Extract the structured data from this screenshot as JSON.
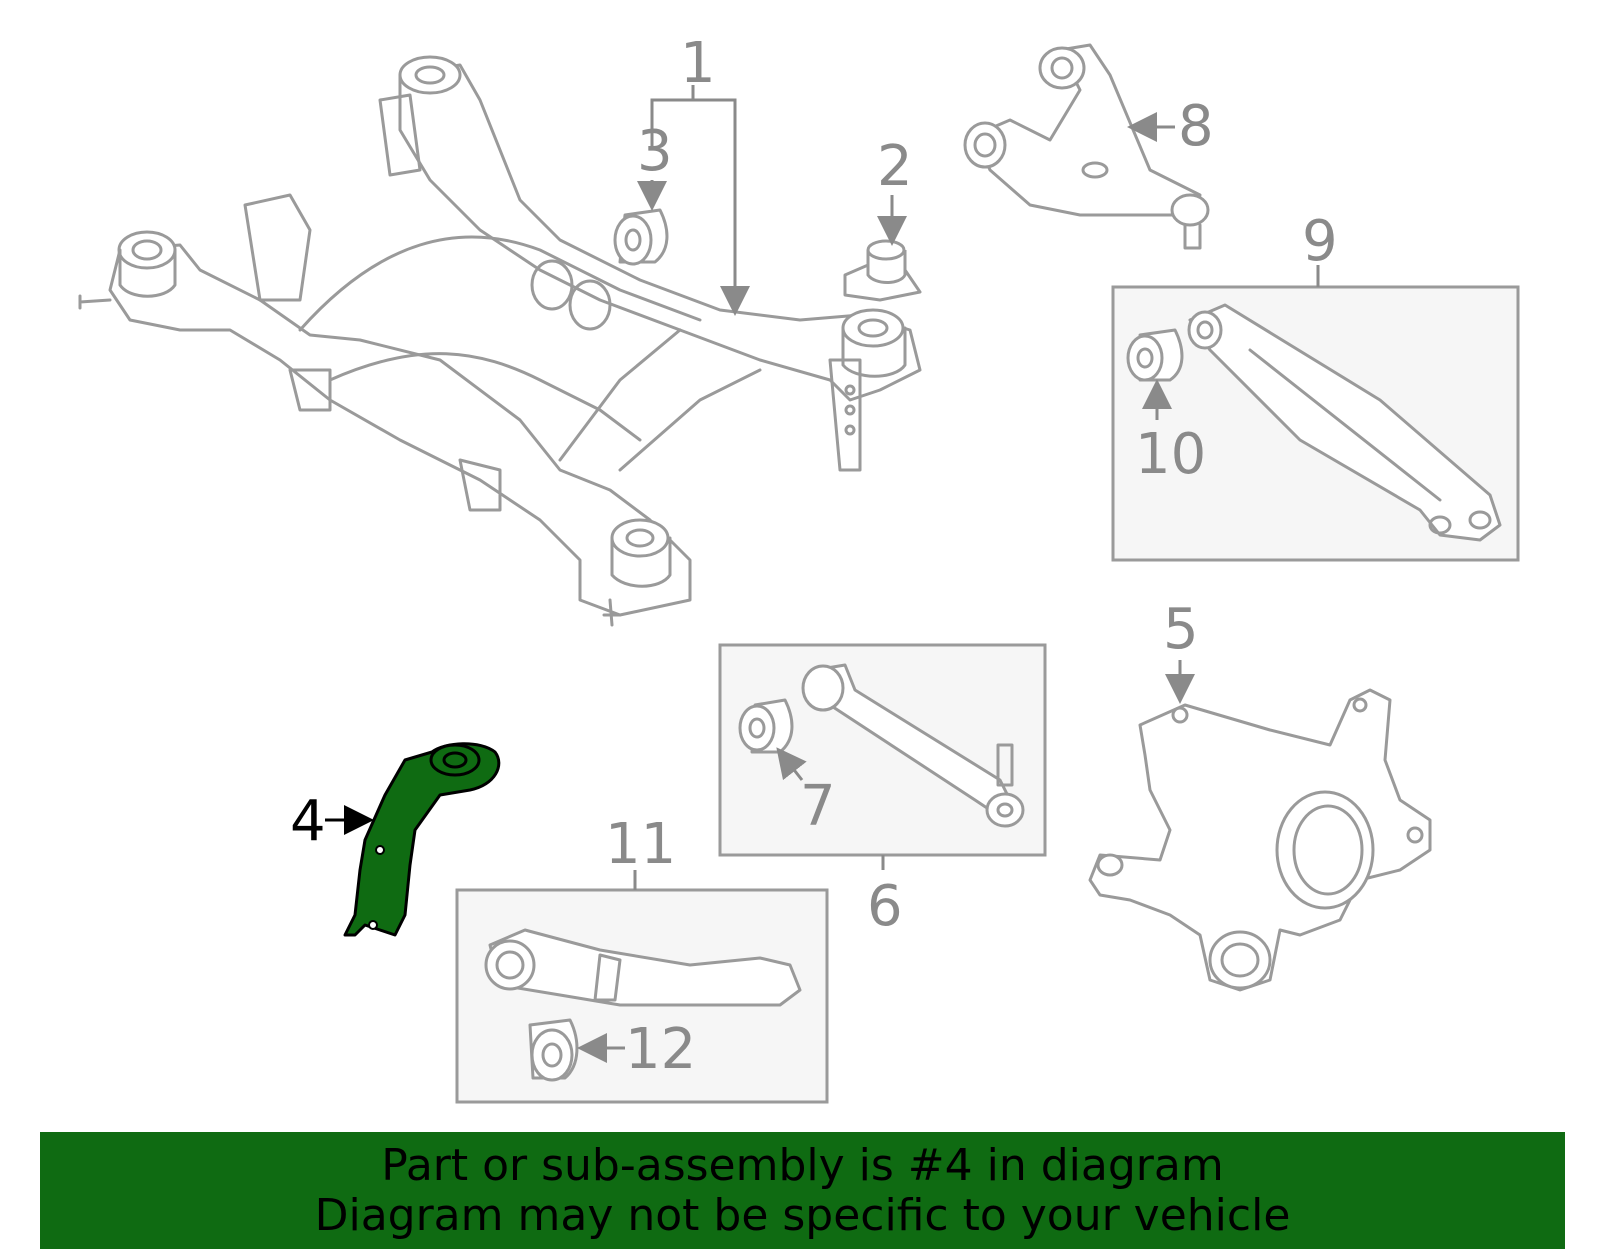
{
  "callouts": {
    "c1": "1",
    "c2": "2",
    "c3": "3",
    "c4": "4",
    "c5": "5",
    "c6": "6",
    "c7": "7",
    "c8": "8",
    "c9": "9",
    "c10": "10",
    "c11": "11",
    "c12": "12"
  },
  "highlight_color": "#0f6b12",
  "banner": {
    "line1": "Part or sub-assembly is #4 in diagram",
    "line2": "Diagram may not be specific to your vehicle"
  }
}
